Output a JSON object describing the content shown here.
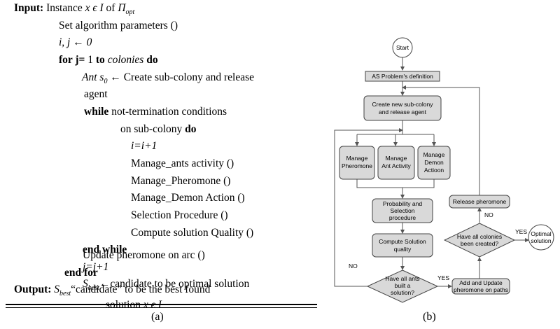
{
  "algorithm": {
    "l1_kw": "Input:",
    "l1_a": "Instance",
    "l1_b": "x ϵ I",
    "l1_c": "of",
    "l1_d": "Π",
    "l1_d_sub": "opt",
    "l2": "Set algorithm parameters ()",
    "l3": "i, j ← 0",
    "l4_for": "for j=",
    "l4_n": "1",
    "l4_to": "to",
    "l4_col": "colonies",
    "l4_do": "do",
    "l5_a": "Ant s",
    "l5_sub": "0",
    "l5_b": "← Create sub-colony and release",
    "l6": "agent",
    "l7_kw": "while",
    "l7": "not-termination conditions",
    "l8_a": "on sub-colony",
    "l8_do": "do",
    "l9": "i=i+1",
    "l10": "Manage_ants activity ()",
    "l11": "Manage_Pheromone ()",
    "l12": "Manage_Demon Action ()",
    "l13": "Selection Procedure ()",
    "l14": "Compute solution Quality ()",
    "l15": "end while",
    "l16": "j=j+1",
    "l17_a": "S",
    "l17_sub": "best",
    "l17_b": "←candidate to be optimal solution",
    "l18": "Update pheromone on arc ()",
    "l19": "end for",
    "l20_kw": "Output:",
    "l20_a": "S",
    "l20_sub": "best",
    "l20_b": "“candidate” to be the best found",
    "l21_a": "solution",
    "l21_b": "x ϵ I"
  },
  "captions": {
    "a": "(a)",
    "b": "(b)"
  },
  "flowchart": {
    "start": "Start",
    "problem": "AS Problem's definition",
    "create": [
      "Create new sub-colony",
      "and release agent"
    ],
    "pheromone": [
      "Manage",
      "Pheromone"
    ],
    "ants": [
      "Manage",
      "Ant Activity"
    ],
    "demon": [
      "Manage",
      "Demon",
      "Actioon"
    ],
    "selection": [
      "Probability and",
      "Selection",
      "procedure"
    ],
    "quality": [
      "Compute Solution",
      "quality"
    ],
    "built": [
      "Have all ants",
      "built a",
      "solution?"
    ],
    "update": [
      "Add and Update",
      "pheromone on paths"
    ],
    "colonies": [
      "Have all colonies",
      "been created?"
    ],
    "release": "Release pheromone",
    "optimal": [
      "Optimal",
      "solution"
    ],
    "label_no1": "NO",
    "label_yes1": "YES",
    "label_no2": "NO",
    "label_yes2": "YES"
  }
}
